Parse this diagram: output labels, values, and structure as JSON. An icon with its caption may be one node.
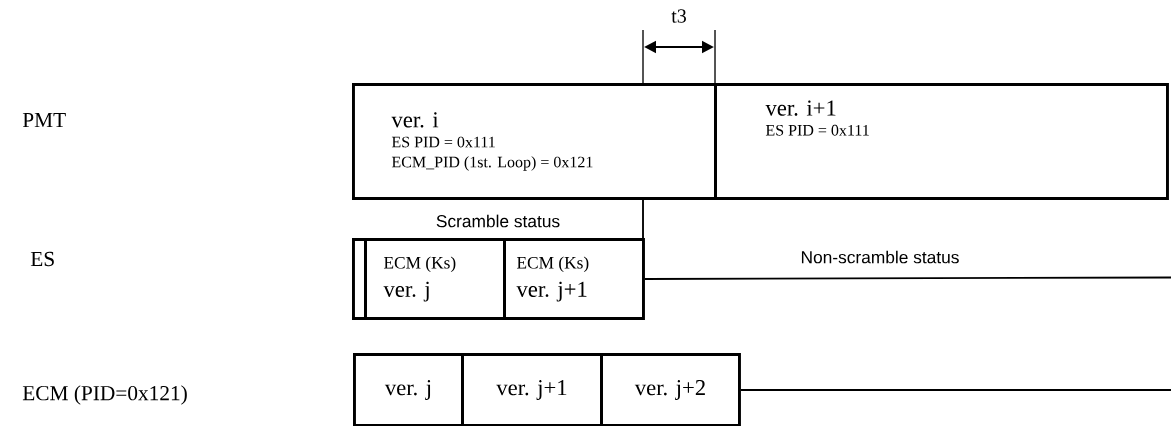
{
  "diagram": {
    "nodes": [
      {
        "text": [
          "ver. i",
          "ES PID = 0x111",
          "ECM_PID (1st. Loop) = 0x121"
        ]
      },
      {
        "text": [
          "ver. i+1",
          "ES PID = 0x111"
        ]
      },
      {
        "text": [],
        "shape": "box"
      },
      {
        "text": [
          "ECM (Ks)",
          "ver. j"
        ]
      },
      {
        "text": [
          "ECM (Ks)",
          "ver. j+1"
        ]
      },
      {
        "text": [
          "ver. j"
        ]
      },
      {
        "text": [
          "ver. j+1"
        ]
      },
      {
        "text": [
          "ver. j+2"
        ]
      }
    ],
    "edges": [
      {
        "from": 0,
        "to": 4,
        "arrow": "none"
      },
      {
        "from": 4,
        "to": null,
        "arrow": "none",
        "label": "Non-scramble status"
      },
      {
        "from": 7,
        "to": null,
        "arrow": "none"
      }
    ],
    "labels": [
      "t3",
      "PMT",
      "Scramble status",
      "ES",
      "ECM (PID=0x121)"
    ]
  }
}
